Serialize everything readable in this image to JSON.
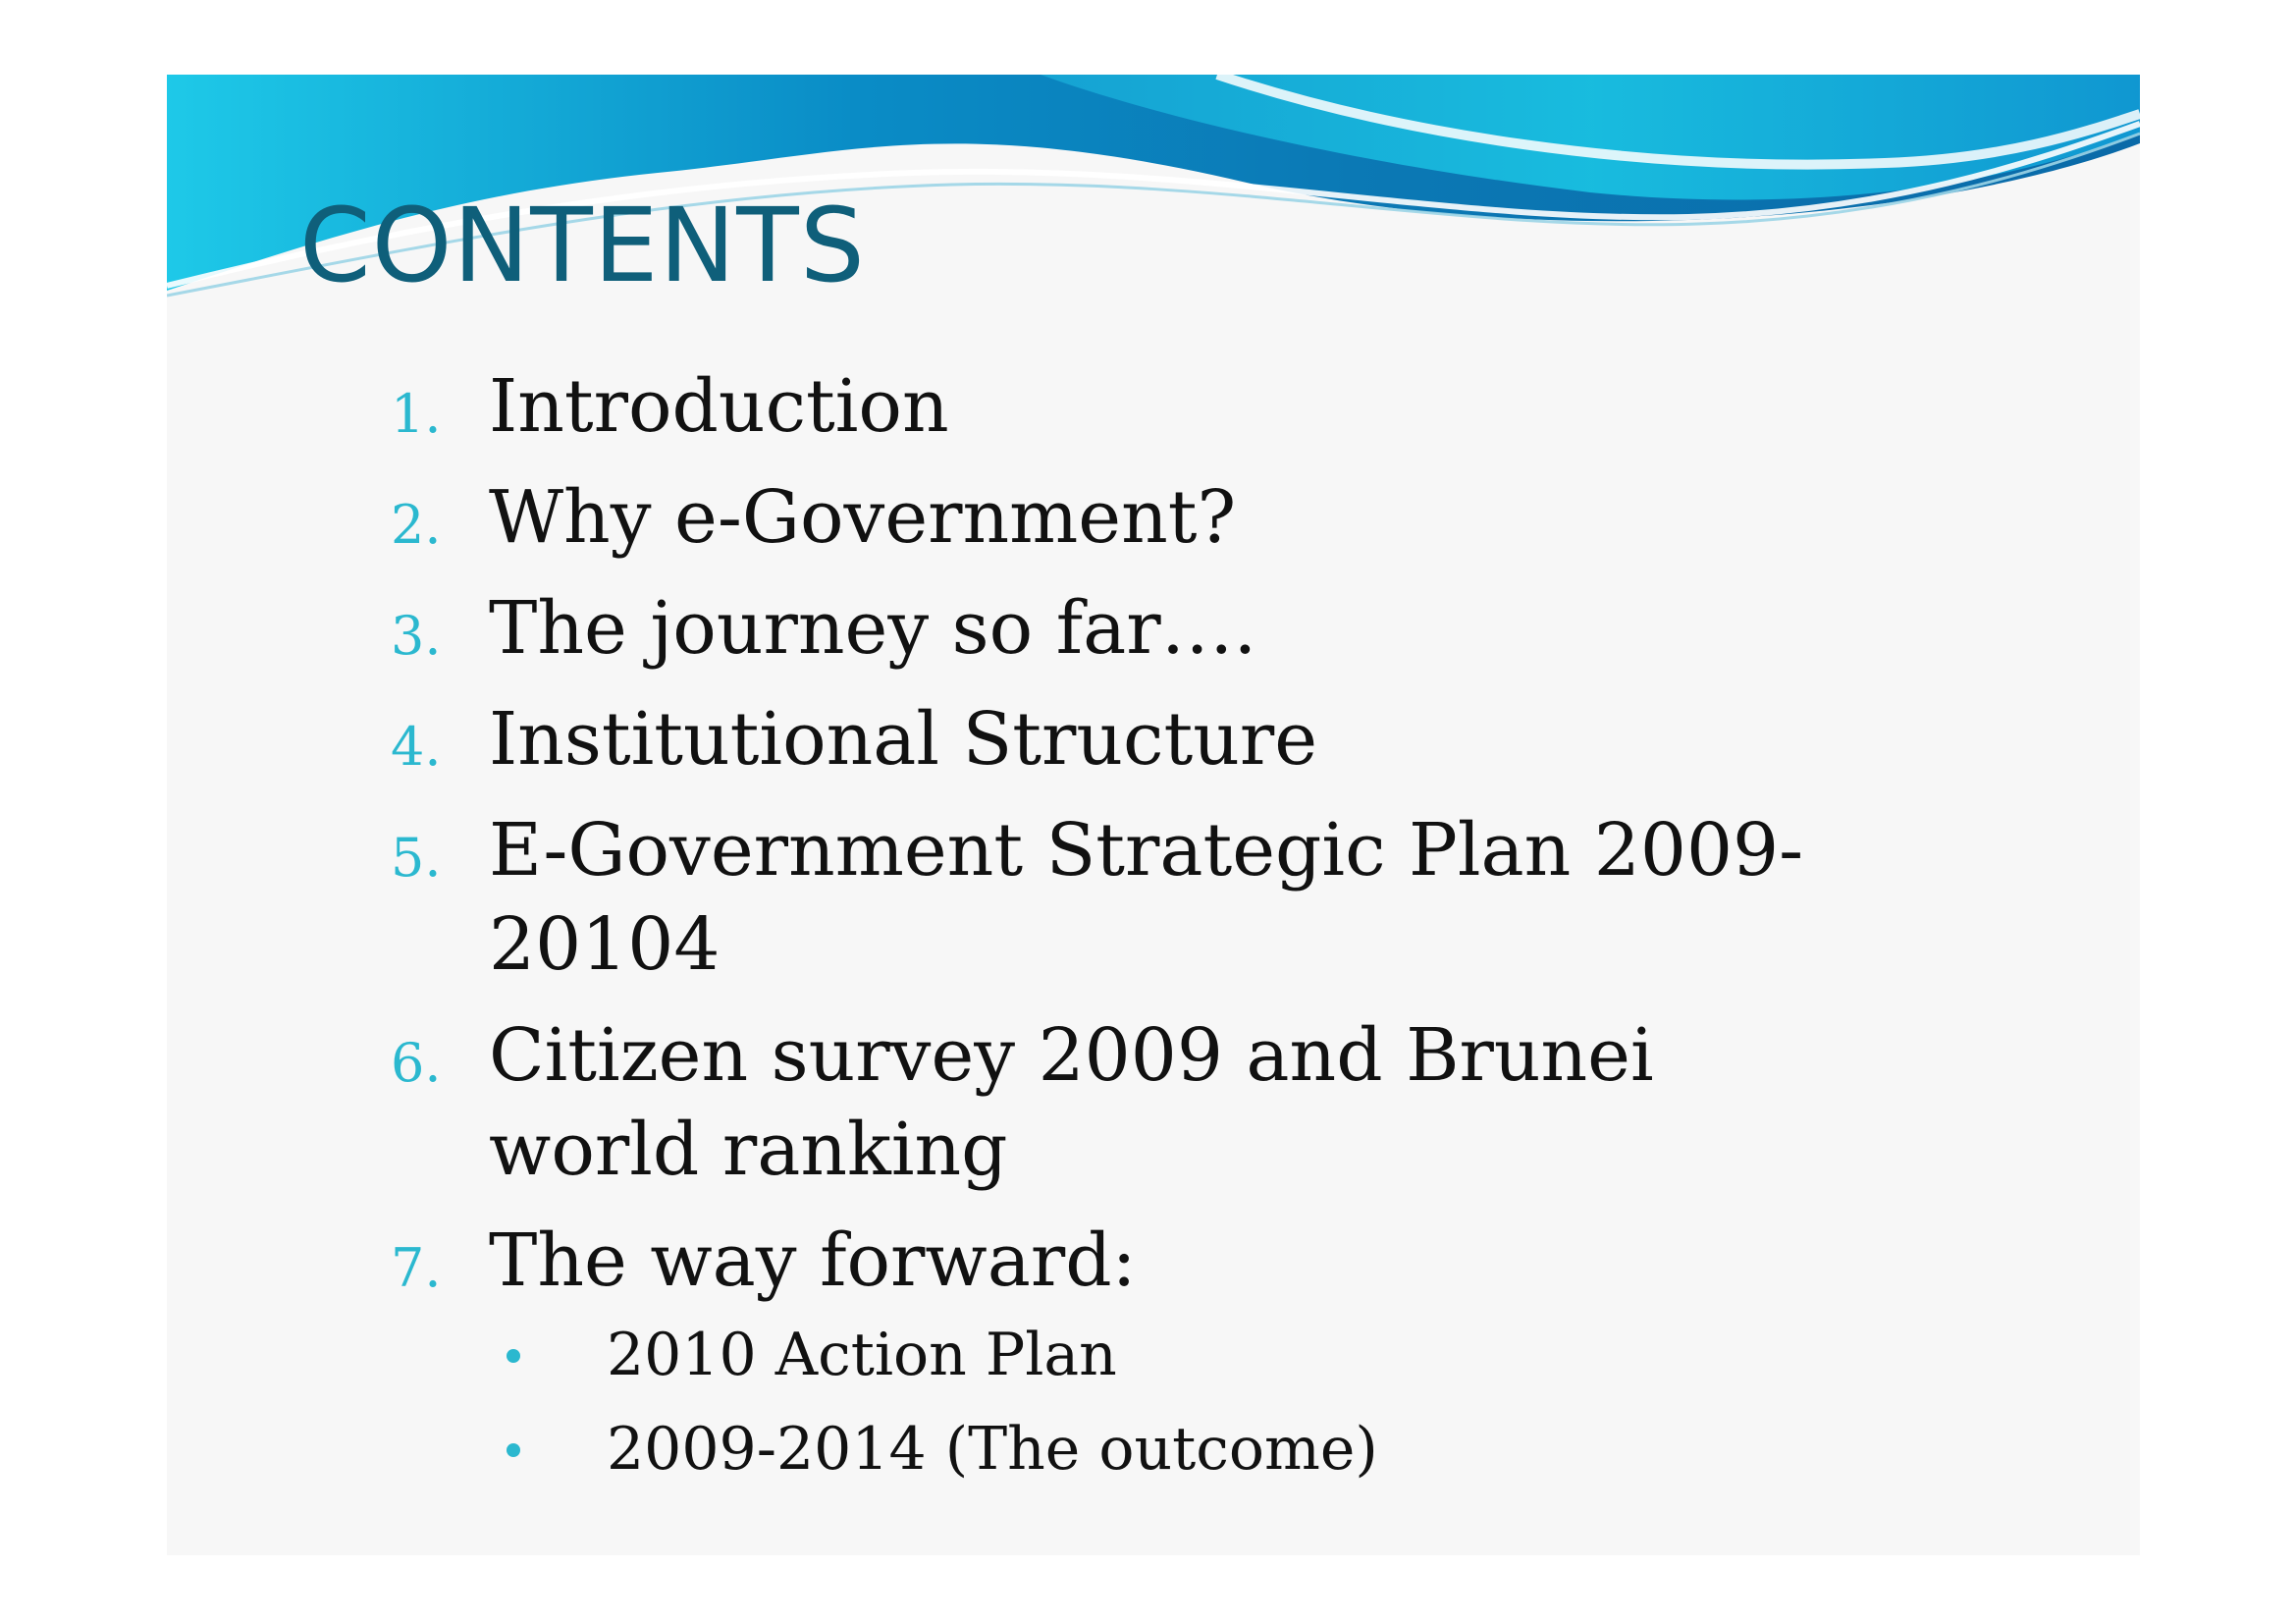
{
  "slide": {
    "title": "CONTENTS",
    "items": [
      {
        "number": "1.",
        "text": "Introduction"
      },
      {
        "number": "2.",
        "text": "Why e-Government?"
      },
      {
        "number": "3.",
        "text": "The journey so far…."
      },
      {
        "number": "4.",
        "text": "Institutional Structure"
      },
      {
        "number": "5.",
        "text": "E-Government Strategic Plan 2009-20104"
      },
      {
        "number": "6.",
        "text": "Citizen survey 2009 and Brunei world ranking"
      },
      {
        "number": "7.",
        "text": "The way forward:"
      }
    ],
    "subitems": [
      {
        "text": "2010 Action Plan"
      },
      {
        "text": "2009-2014 (The outcome)"
      }
    ]
  },
  "colors": {
    "title": "#0f5f7a",
    "accent": "#2bb8cf",
    "body_text": "#111111",
    "wave_dark": "#0a78b4",
    "wave_light": "#19c7e6"
  }
}
